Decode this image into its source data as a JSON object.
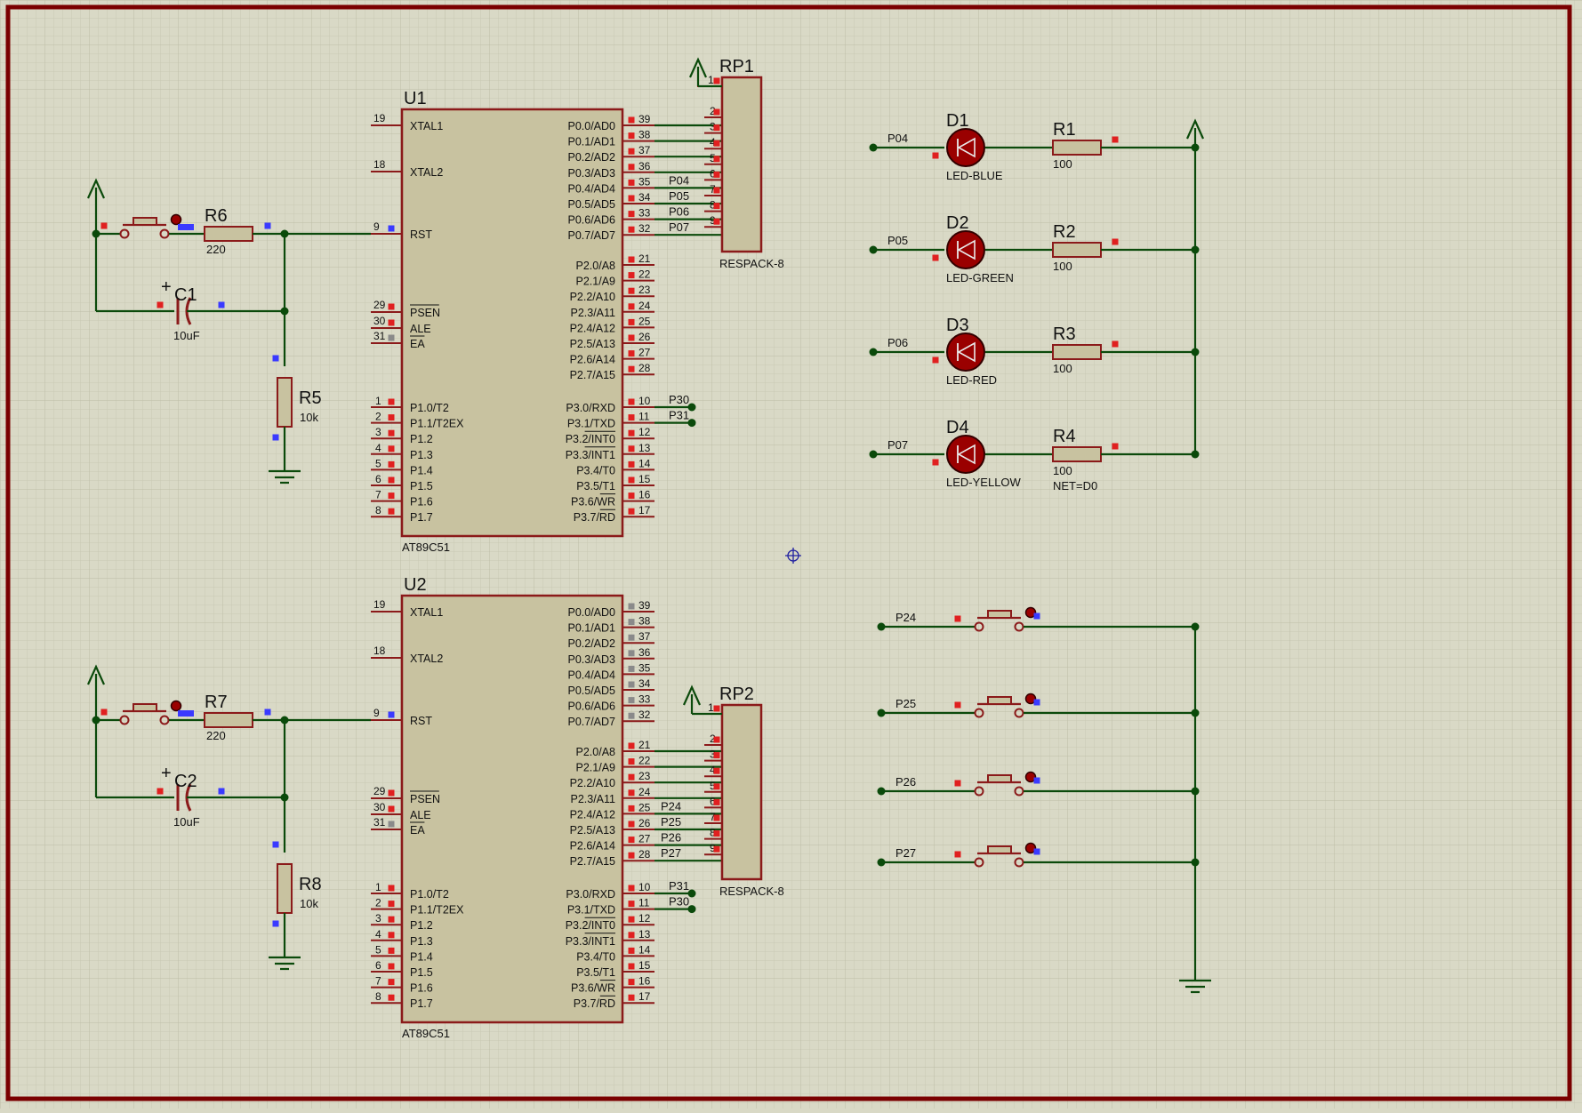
{
  "colors": {
    "background": "#d9d9c6",
    "grid_minor": "#c9c9b4",
    "grid_major": "#bdbda6",
    "border": "#7a0000",
    "component_fill": "#c8c2a0",
    "component_stroke": "#8b1a1a",
    "wire": "#0b4a0b",
    "pin_marker": "#e02020",
    "pin_marker_alt": "#3a3aff",
    "pin_marker_grey": "#8a8a8a",
    "led_fill": "#9a0000"
  },
  "mcu_pins": {
    "p0": [
      "P0.0/AD0",
      "P0.1/AD1",
      "P0.2/AD2",
      "P0.3/AD3",
      "P0.4/AD4",
      "P0.5/AD5",
      "P0.6/AD6",
      "P0.7/AD7"
    ],
    "p0_num": [
      "39",
      "38",
      "37",
      "36",
      "35",
      "34",
      "33",
      "32"
    ],
    "p2": [
      "P2.0/A8",
      "P2.1/A9",
      "P2.2/A10",
      "P2.3/A11",
      "P2.4/A12",
      "P2.5/A13",
      "P2.6/A14",
      "P2.7/A15"
    ],
    "p2_num": [
      "21",
      "22",
      "23",
      "24",
      "25",
      "26",
      "27",
      "28"
    ],
    "p3": [
      "P3.0/RXD",
      "P3.1/TXD",
      "P3.2/INT0",
      "P3.3/INT1",
      "P3.4/T0",
      "P3.5/T1",
      "P3.6/WR",
      "P3.7/RD"
    ],
    "p3_num": [
      "10",
      "11",
      "12",
      "13",
      "14",
      "15",
      "16",
      "17"
    ],
    "p1": [
      "P1.0/T2",
      "P1.1/T2EX",
      "P1.2",
      "P1.3",
      "P1.4",
      "P1.5",
      "P1.6",
      "P1.7"
    ],
    "p1_num": [
      "1",
      "2",
      "3",
      "4",
      "5",
      "6",
      "7",
      "8"
    ],
    "xtal1": "XTAL1",
    "xtal1_num": "19",
    "xtal2": "XTAL2",
    "xtal2_num": "18",
    "rst": "RST",
    "rst_num": "9",
    "psen": "PSEN",
    "psen_num": "29",
    "ale": "ALE",
    "ale_num": "30",
    "ea": "EA",
    "ea_num": "31"
  },
  "mcus": [
    {
      "ref": "U1",
      "part": "AT89C51",
      "p3_net_0": "P30",
      "p3_net_1": "P31"
    },
    {
      "ref": "U2",
      "part": "AT89C51",
      "p3_net_0": "P31",
      "p3_net_1": "P30"
    }
  ],
  "resistor_packs": [
    {
      "ref": "RP1",
      "part": "RESPACK-8",
      "pins": [
        "1",
        "2",
        "3",
        "4",
        "5",
        "6",
        "7",
        "8",
        "9"
      ],
      "nets": [
        "P04",
        "P05",
        "P06",
        "P07"
      ]
    },
    {
      "ref": "RP2",
      "part": "RESPACK-8",
      "pins": [
        "1",
        "2",
        "3",
        "4",
        "5",
        "6",
        "7",
        "8",
        "9"
      ],
      "nets": [
        "P24",
        "P25",
        "P26",
        "P27"
      ]
    }
  ],
  "reset_circuits": [
    {
      "resistor": "R6",
      "resistor_value": "220",
      "cap": "C1",
      "cap_value": "10uF",
      "pulldown": "R5",
      "pulldown_value": "10k"
    },
    {
      "resistor": "R7",
      "resistor_value": "220",
      "cap": "C2",
      "cap_value": "10uF",
      "pulldown": "R8",
      "pulldown_value": "10k"
    }
  ],
  "leds": [
    {
      "net": "P04",
      "ref": "D1",
      "part": "LED-BLUE",
      "res": "R1",
      "res_value": "100"
    },
    {
      "net": "P05",
      "ref": "D2",
      "part": "LED-GREEN",
      "res": "R2",
      "res_value": "100"
    },
    {
      "net": "P06",
      "ref": "D3",
      "part": "LED-RED",
      "res": "R3",
      "res_value": "100"
    },
    {
      "net": "P07",
      "ref": "D4",
      "part": "LED-YELLOW",
      "res": "R4",
      "res_value": "100"
    }
  ],
  "net_note": "NET=D0",
  "buttons": [
    {
      "net": "P24"
    },
    {
      "net": "P25"
    },
    {
      "net": "P26"
    },
    {
      "net": "P27"
    }
  ]
}
